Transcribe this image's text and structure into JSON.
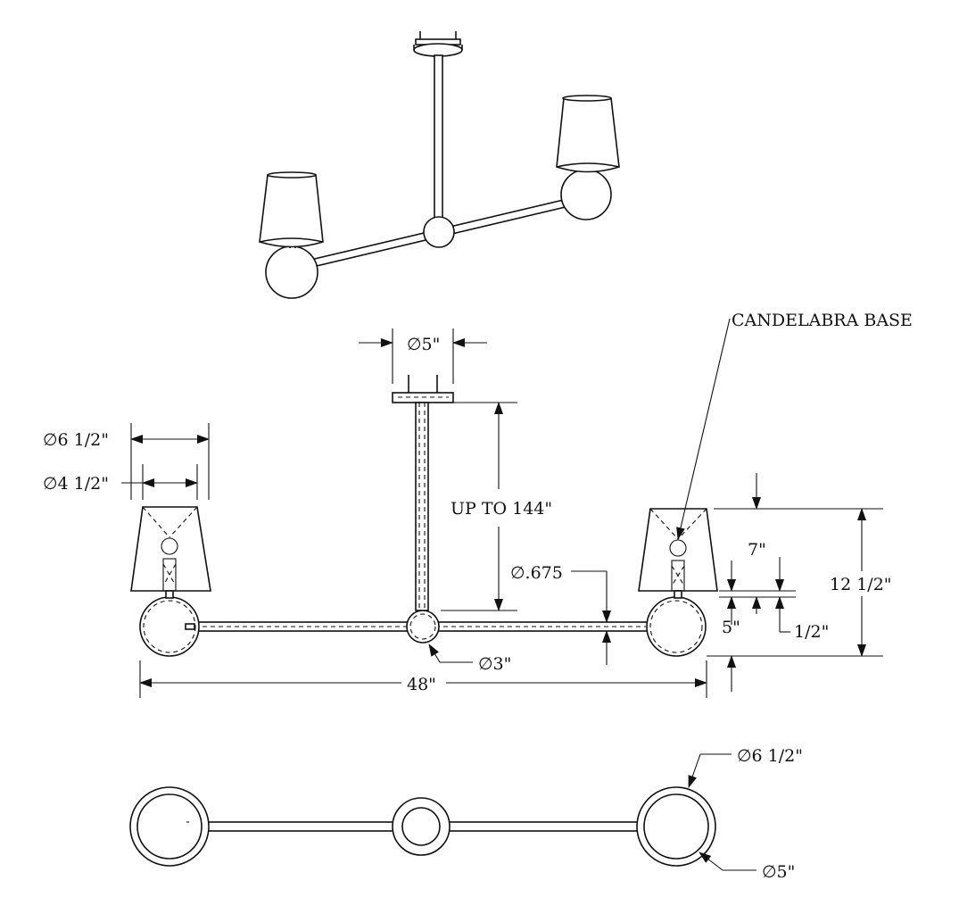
{
  "labels": {
    "candelabra_base": "CANDELABRA BASE",
    "canopy_dia": "∅5\"",
    "shade_top_dia": "∅6 1/2\"",
    "shade_bottom_dia": "∅4 1/2\"",
    "stem_height": "UP TO 144\"",
    "arm_dia": "∅.675",
    "shade_height": "7\"",
    "overall_height": "12 1/2\"",
    "globe_height": "5\"",
    "socket_gap": "1/2\"",
    "hub_dia": "∅3\"",
    "overall_width": "48\"",
    "plan_outer_dia": "∅6 1/2\"",
    "plan_inner_dia": "∅5\""
  },
  "colors": {
    "line": "#111111",
    "background": "#ffffff"
  }
}
